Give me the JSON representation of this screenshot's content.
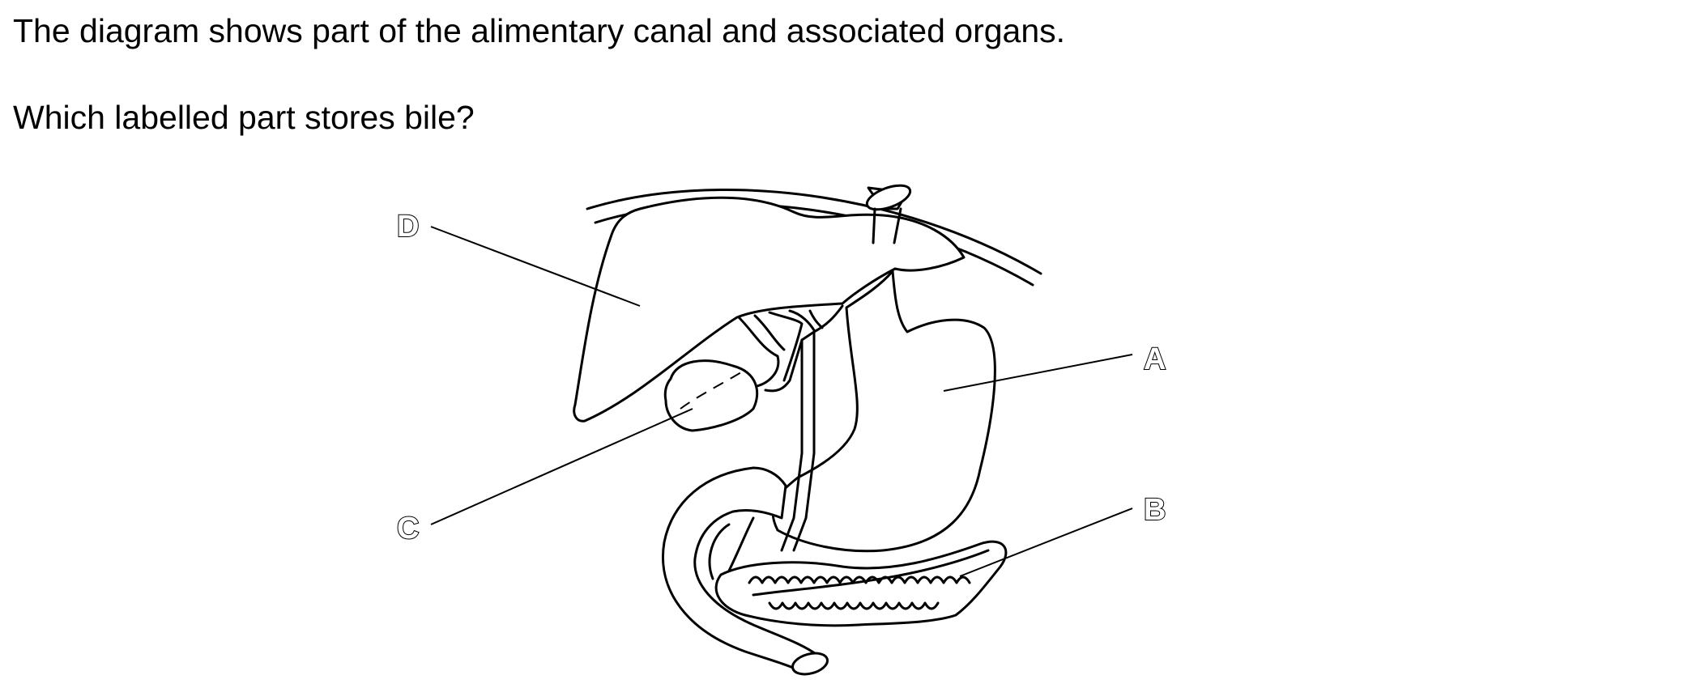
{
  "question": {
    "line1": "The diagram shows part of the alimentary canal and associated organs.",
    "line2": "Which labelled part stores bile?"
  },
  "diagram": {
    "labels": {
      "a": "A",
      "b": "B",
      "c": "C",
      "d": "D"
    }
  }
}
